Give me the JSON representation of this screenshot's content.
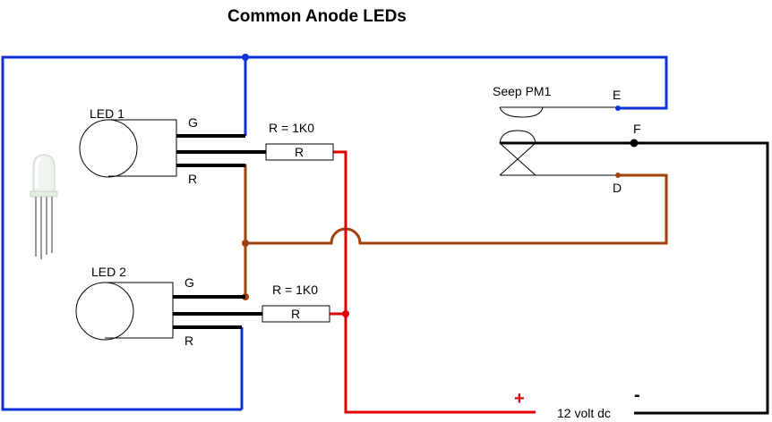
{
  "title": "Common Anode LEDs",
  "colors": {
    "blue": "#1030d8",
    "brown": "#a0400a",
    "red": "#e00000",
    "black": "#000000"
  },
  "leds": [
    {
      "label": "LED 1",
      "green_pin": "G",
      "red_pin": "R"
    },
    {
      "label": "LED 2",
      "green_pin": "G",
      "red_pin": "R"
    }
  ],
  "resistors": [
    {
      "value_label": "R = 1K0",
      "symbol": "R"
    },
    {
      "value_label": "R = 1K0",
      "symbol": "R"
    }
  ],
  "seep": {
    "label": "Seep PM1",
    "terminals": [
      "E",
      "F",
      "D"
    ]
  },
  "supply": {
    "positive": "+",
    "negative": "-",
    "label": "12 volt dc"
  }
}
